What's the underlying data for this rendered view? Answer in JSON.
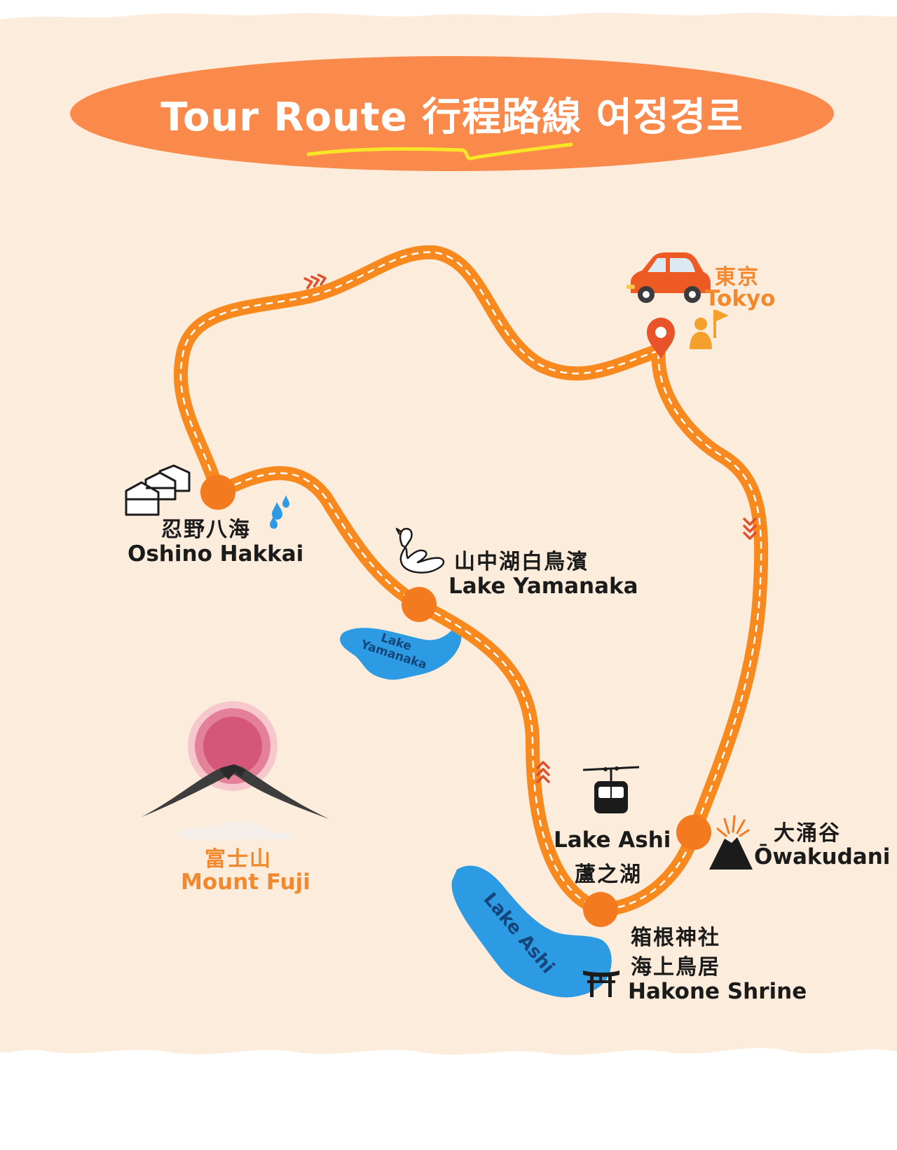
{
  "title": "Tour Route 行程路線 여정경로",
  "stops": {
    "tokyo": {
      "name_zh": "東京",
      "name_en": "Tokyo"
    },
    "oshino_hakkai": {
      "name_zh": "忍野八海",
      "name_en": "Oshino Hakkai"
    },
    "lake_yamanaka": {
      "name_zh": "山中湖白鳥濱",
      "name_en": "Lake Yamanaka"
    },
    "lake_ashi": {
      "name_en": "Lake Ashi",
      "name_zh": "蘆之湖"
    },
    "owakudani": {
      "name_zh": "大涌谷",
      "name_en": "Ōwakudani"
    },
    "hakone_shrine": {
      "name_zh_line1": "箱根神社",
      "name_zh_line2": "海上鳥居",
      "name_en": "Hakone Shrine"
    }
  },
  "landmarks": {
    "mount_fuji": {
      "name_zh": "富士山",
      "name_en": "Mount Fuji"
    }
  },
  "lakes": {
    "yamanaka_label_line1": "Lake",
    "yamanaka_label_line2": "Yamanaka",
    "ashi_label": "Lake Ashi"
  },
  "colors": {
    "background": "#fcecdb",
    "route": "#f7891f",
    "title_banner": "#fa8a4c",
    "stop_marker": "#f47a1f",
    "lake": "#2c9be3",
    "arrows": "#e0502c",
    "car": "#ee5a24",
    "accent_orange": "#f2892f"
  },
  "icons": [
    "car-icon",
    "map-pin-icon",
    "guide-flag-icon",
    "houses-icon",
    "water-drops-icon",
    "swan-icon",
    "ropeway-gondola-icon",
    "volcano-icon",
    "torii-gate-icon",
    "mount-fuji-icon"
  ]
}
